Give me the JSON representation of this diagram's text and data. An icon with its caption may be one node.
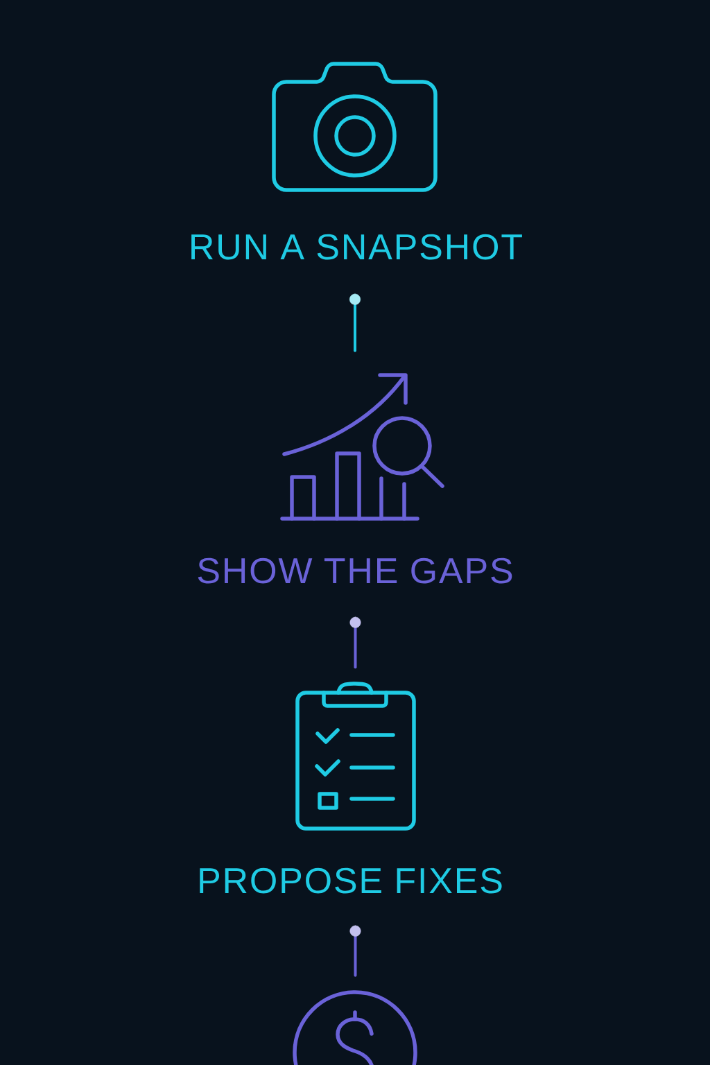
{
  "diagram": {
    "nodes": [
      {
        "text": [],
        "shape": "picture"
      },
      {
        "text": [
          "RUN A SNAPSHOT"
        ]
      },
      {
        "text": [],
        "shape": "picture"
      },
      {
        "text": [
          "SHOW THE GAPS"
        ]
      },
      {
        "text": [],
        "shape": "picture"
      },
      {
        "text": [
          "PROPOSE FIXES"
        ]
      },
      {
        "text": [],
        "shape": "picture"
      }
    ],
    "edges": [
      {
        "from": 1,
        "to": 2,
        "arrow": "other",
        "color": "#1fcbe4"
      },
      {
        "from": 3,
        "to": 4,
        "arrow": "other"
      },
      {
        "from": 5,
        "to": 6,
        "arrow": "other"
      }
    ]
  }
}
